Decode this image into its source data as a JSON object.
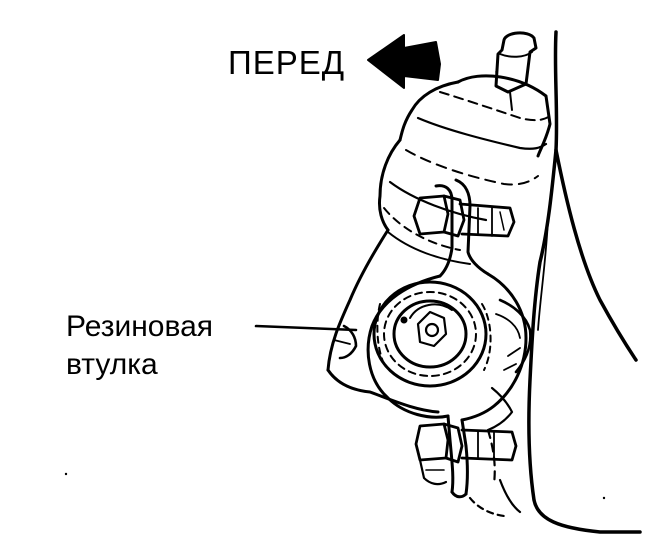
{
  "labels": {
    "front": "ПЕРЕД",
    "bushing": {
      "line1": "Резиновая",
      "line2": "втулка"
    }
  },
  "icons": {
    "direction_arrow": "arrow-left-icon"
  },
  "colors": {
    "ink": "#000000",
    "paper": "#ffffff"
  }
}
